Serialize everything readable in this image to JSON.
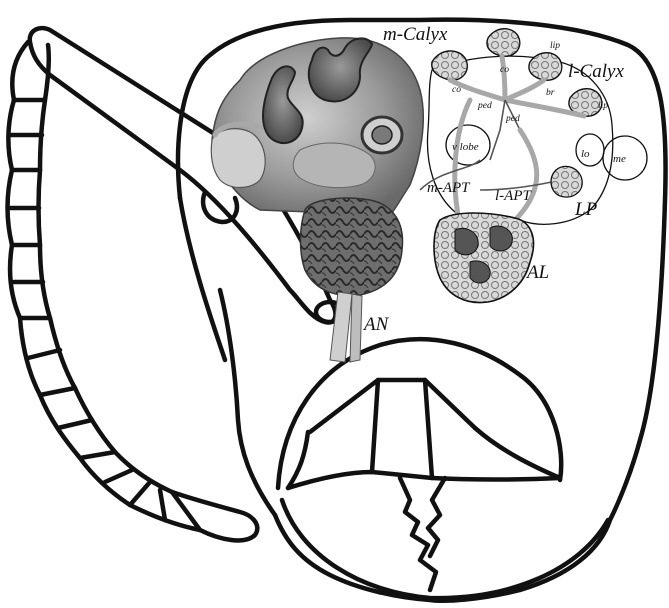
{
  "labels": {
    "m_calyx": "m-Calyx",
    "l_calyx": "l-Calyx",
    "lip_top": "lip",
    "lip_right": "lip",
    "co_left": "co",
    "co_right": "co",
    "br": "br",
    "ped_left": "ped",
    "ped_right": "ped",
    "v_lobe": "v lobe",
    "lo": "lo",
    "me": "me",
    "m_apt": "m-APT",
    "l_apt": "l-APT",
    "lp": "LP",
    "al": "AL",
    "an": "AN"
  },
  "colors": {
    "outline": "#111111",
    "tract": "#a8a8a8",
    "brain_tissue": "#8a8a8a",
    "background": "#ffffff"
  }
}
